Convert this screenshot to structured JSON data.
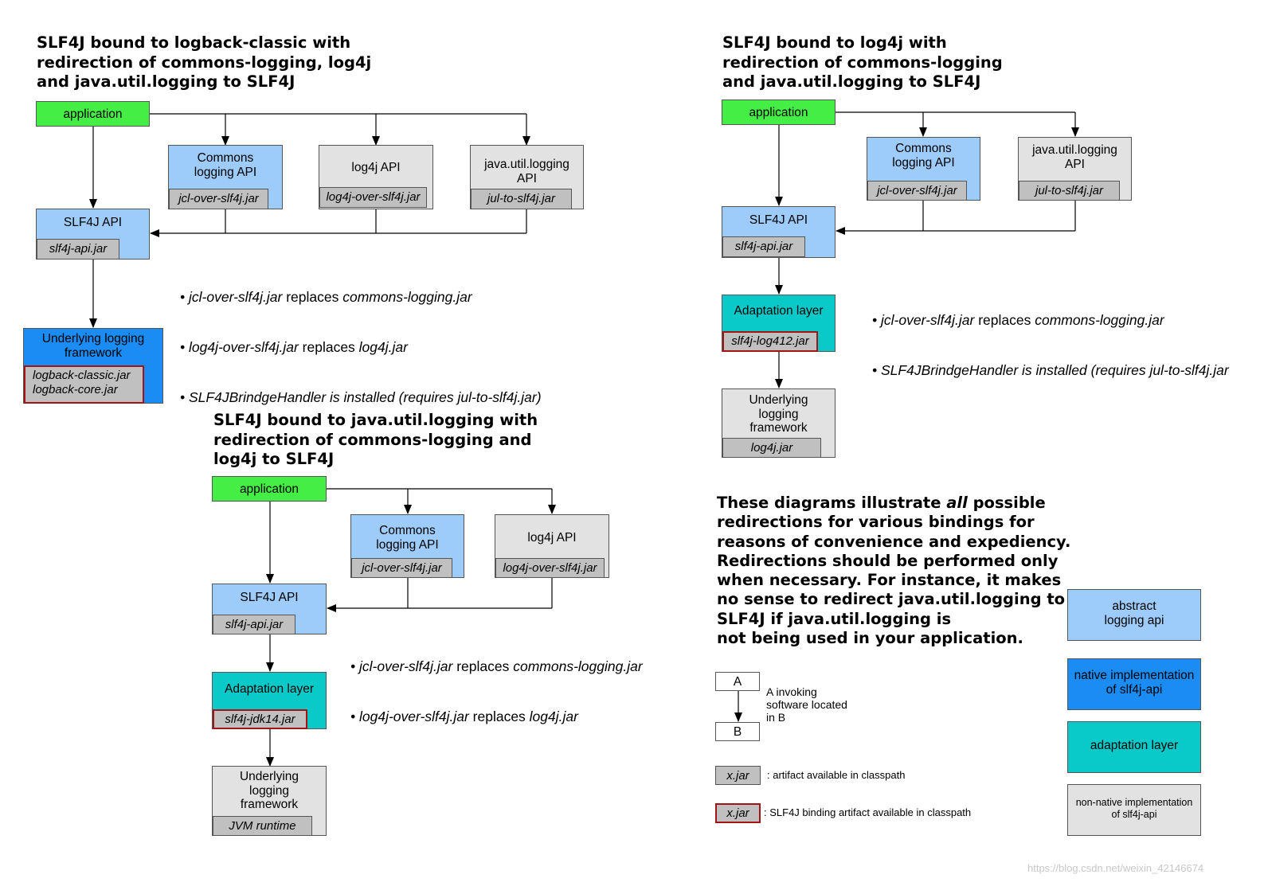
{
  "d1": {
    "title": "SLF4J bound to logback-classic with\nredirection of commons-logging, log4j\nand java.util.logging to SLF4J",
    "application": "application",
    "commons": {
      "title": "Commons\nlogging API",
      "jar": "jcl-over-slf4j.jar"
    },
    "log4j": {
      "title": "log4j API",
      "jar": "log4j-over-slf4j.jar"
    },
    "jul": {
      "title": "java.util.logging\nAPI",
      "jar": "jul-to-slf4j.jar"
    },
    "slf4j": {
      "title": "SLF4J API",
      "jar": "slf4j-api.jar"
    },
    "underlying": {
      "title": "Underlying logging\nframework",
      "jar": "logback-classic.jar\nlogback-core.jar"
    },
    "notes": [
      {
        "jar": "jcl-over-slf4j.jar",
        "verb": " replaces ",
        "target": "commons-logging.jar"
      },
      {
        "jar": "log4j-over-slf4j.jar",
        "verb": " replaces ",
        "target": "log4j.jar"
      },
      {
        "jar": "SLF4JBrindgeHandler is installed (requires jul-to-slf4j.jar)",
        "verb": "",
        "target": ""
      }
    ]
  },
  "d2": {
    "title": "SLF4J bound to log4j with\nredirection of commons-logging\nand java.util.logging to SLF4J",
    "application": "application",
    "commons": {
      "title": "Commons\nlogging API",
      "jar": "jcl-over-slf4j.jar"
    },
    "jul": {
      "title": "java.util.logging\nAPI",
      "jar": "jul-to-slf4j.jar"
    },
    "slf4j": {
      "title": "SLF4J API",
      "jar": "slf4j-api.jar"
    },
    "adaptation": {
      "title": "Adaptation layer",
      "jar": "slf4j-log412.jar"
    },
    "underlying": {
      "title": "Underlying\nlogging\nframework",
      "jar": "log4j.jar"
    },
    "notes": [
      {
        "jar": "jcl-over-slf4j.jar",
        "verb": " replaces ",
        "target": "commons-logging.jar"
      },
      {
        "jar": "SLF4JBrindgeHandler is installed (requires jul-to-slf4j.jar",
        "verb": "",
        "target": ""
      }
    ]
  },
  "d3": {
    "title": "SLF4J bound to java.util.logging with\nredirection of commons-logging and\nlog4j to SLF4J",
    "application": "application",
    "commons": {
      "title": "Commons\nlogging API",
      "jar": "jcl-over-slf4j.jar"
    },
    "log4j": {
      "title": "log4j API",
      "jar": "log4j-over-slf4j.jar"
    },
    "slf4j": {
      "title": "SLF4J API",
      "jar": "slf4j-api.jar"
    },
    "adaptation": {
      "title": "Adaptation layer",
      "jar": "slf4j-jdk14.jar"
    },
    "underlying": {
      "title": "Underlying\nlogging\nframework",
      "jar": "JVM runtime"
    },
    "notes": [
      {
        "jar": "jcl-over-slf4j.jar",
        "verb": " replaces ",
        "target": "commons-logging.jar"
      },
      {
        "jar": "log4j-over-slf4j.jar",
        "verb": " replaces ",
        "target": "log4j.jar"
      }
    ]
  },
  "explanation": {
    "before": "These diagrams illustrate ",
    "emph": "all",
    "after": " possible\nredirections for various bindings for\nreasons of convenience and expediency.\nRedirections should be performed only\nwhen necessary. For instance, it makes\nno sense to redirect java.util.logging to\nSLF4J if java.util.logging is\nnot being used in your application."
  },
  "legend": {
    "a": "A",
    "b": "B",
    "invoking": "A invoking\nsoftware located\nin B",
    "jar_label": "x.jar",
    "jar_desc": ": artifact available in classpath",
    "binding_label": "x.jar",
    "binding_desc": ": SLF4J binding artifact available in classpath",
    "abstract": "abstract\nlogging api",
    "native": "native implementation\nof slf4j-api",
    "adaptation": "adaptation layer",
    "non_native": "non-native implementation\nof slf4j-api"
  },
  "colors": {
    "application": "#44ee44",
    "abstract_api": "#9dccfa",
    "native_impl": "#1a8cf4",
    "adaptation": "#09c9c9",
    "non_native": "#e2e2e2",
    "jar": "#c0c0c0",
    "binding_border": "#a31515"
  },
  "watermark": "https://blog.csdn.net/weixin_42146674"
}
